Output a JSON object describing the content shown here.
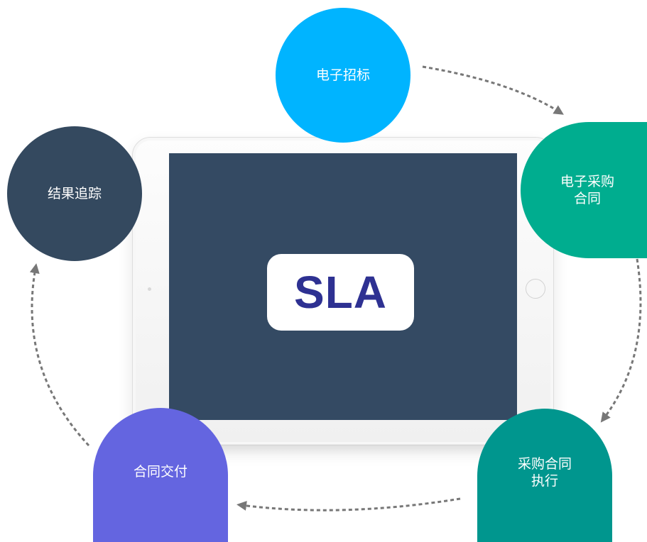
{
  "center": {
    "label": "SLA"
  },
  "steps": [
    {
      "id": "tendering",
      "label": "电子招标",
      "color": "#00b4ff"
    },
    {
      "id": "purchase-contract",
      "label": "电子采购\n合同",
      "color": "#00ad8f"
    },
    {
      "id": "contract-execution",
      "label": "采购合同\n执行",
      "color": "#00968e"
    },
    {
      "id": "contract-delivery",
      "label": "合同交付",
      "color": "#6465e0"
    },
    {
      "id": "result-tracking",
      "label": "结果追踪",
      "color": "#34495f"
    }
  ],
  "colors": {
    "screen": "#344a63",
    "sla_text": "#2e3192",
    "arrow": "#777777"
  }
}
